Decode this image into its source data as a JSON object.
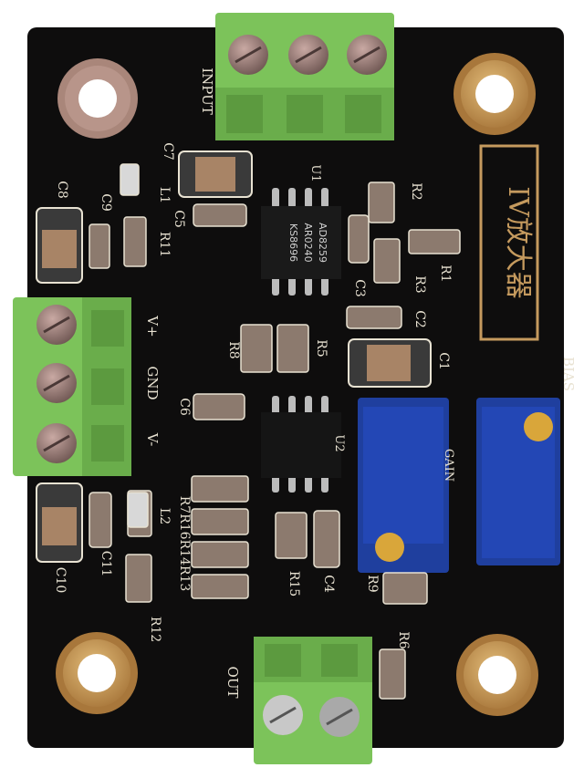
{
  "labels": {
    "input": "INPUT",
    "out": "OUT",
    "bias": "BIAS",
    "gain": "GAIN",
    "v_plus": "V+",
    "gnd": "GND",
    "v_minus": "V-",
    "title_block": "IV放大器",
    "u1": "U1",
    "u2": "U2",
    "chip_line1": "AD8259",
    "chip_line2": "AR0240",
    "chip_line3": "KS8696"
  },
  "refs": {
    "c1": "C1",
    "c2": "C2",
    "c3": "C3",
    "c4": "C4",
    "c5": "C5",
    "c6": "C6",
    "c7": "C7",
    "c8": "C8",
    "c9": "C9",
    "c10": "C10",
    "c11": "C11",
    "r1": "R1",
    "r2": "R2",
    "r3": "R3",
    "r5": "R5",
    "r6": "R6",
    "r8": "R8",
    "r9": "R9",
    "r11": "R11",
    "r12": "R12",
    "r15": "R15",
    "r_group": "R7R16R14R13",
    "l1": "L1",
    "l2": "L2"
  },
  "colors": {
    "pcb": "#0e0d0d",
    "terminal": "#7cc35a",
    "trimpot": "#2347b5",
    "gold": "#c59a5e",
    "silk": "#e8e2d2"
  }
}
